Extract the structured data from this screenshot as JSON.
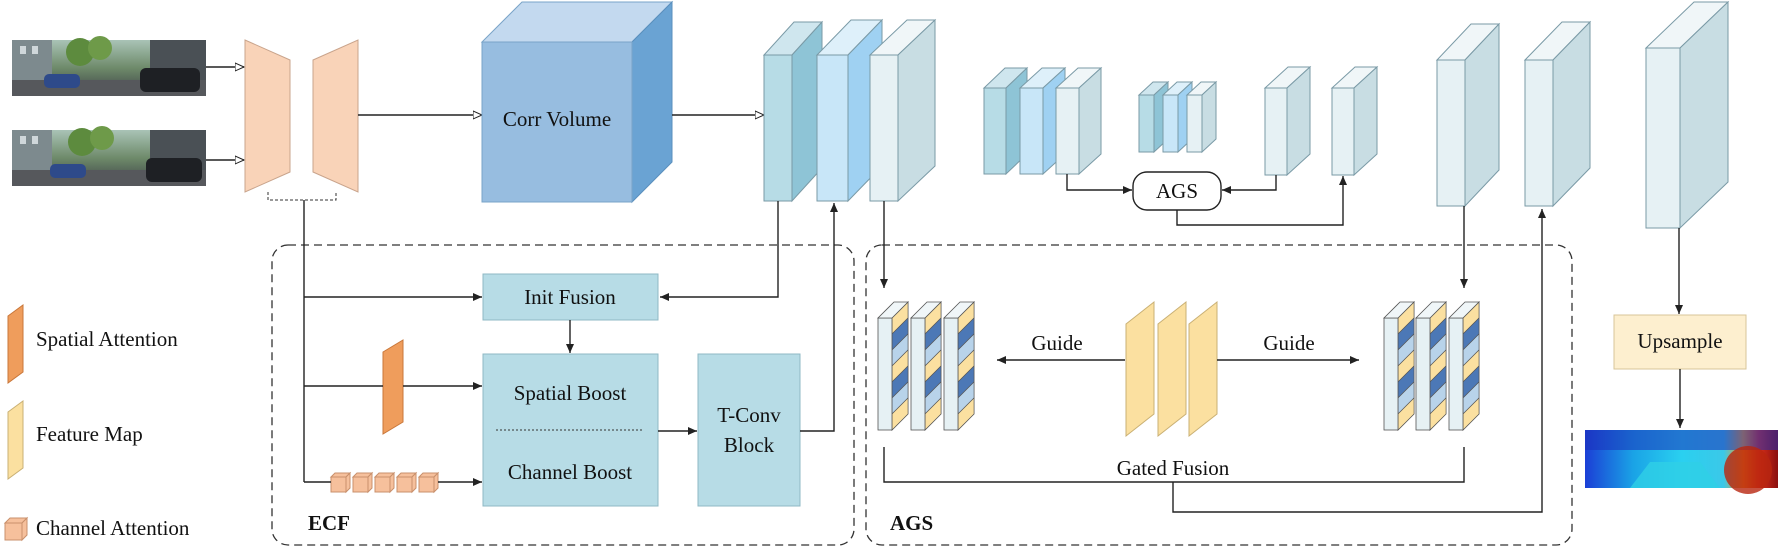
{
  "labels": {
    "corr_volume": "Corr Volume",
    "init_fusion": "Init Fusion",
    "spatial_boost": "Spatial Boost",
    "channel_boost": "Channel Boost",
    "tconv_line1": "T-Conv",
    "tconv_line2": "Block",
    "ags_node": "AGS",
    "guide_left": "Guide",
    "guide_right": "Guide",
    "gated_fusion": "Gated Fusion",
    "upsample": "Upsample",
    "ecf_group": "ECF",
    "ags_group": "AGS"
  },
  "legend": {
    "spatial_attention": "Spatial Attention",
    "feature_map": "Feature Map",
    "channel_attention": "Channel Attention"
  },
  "colors": {
    "encoder": "#f9d3b8",
    "corr_front": "#97bde0",
    "corr_side": "#6aa3d3",
    "corr_top": "#c3d9ef",
    "box_fill": "#b7dce6",
    "spatial_attention": "#ef9d5c",
    "feature_map": "#fbe0a0",
    "channel_attention": "#f6c09c",
    "upsample": "#fdefcf",
    "grid_blue": "#4c78b6",
    "grid_light": "#b8d3ea"
  }
}
